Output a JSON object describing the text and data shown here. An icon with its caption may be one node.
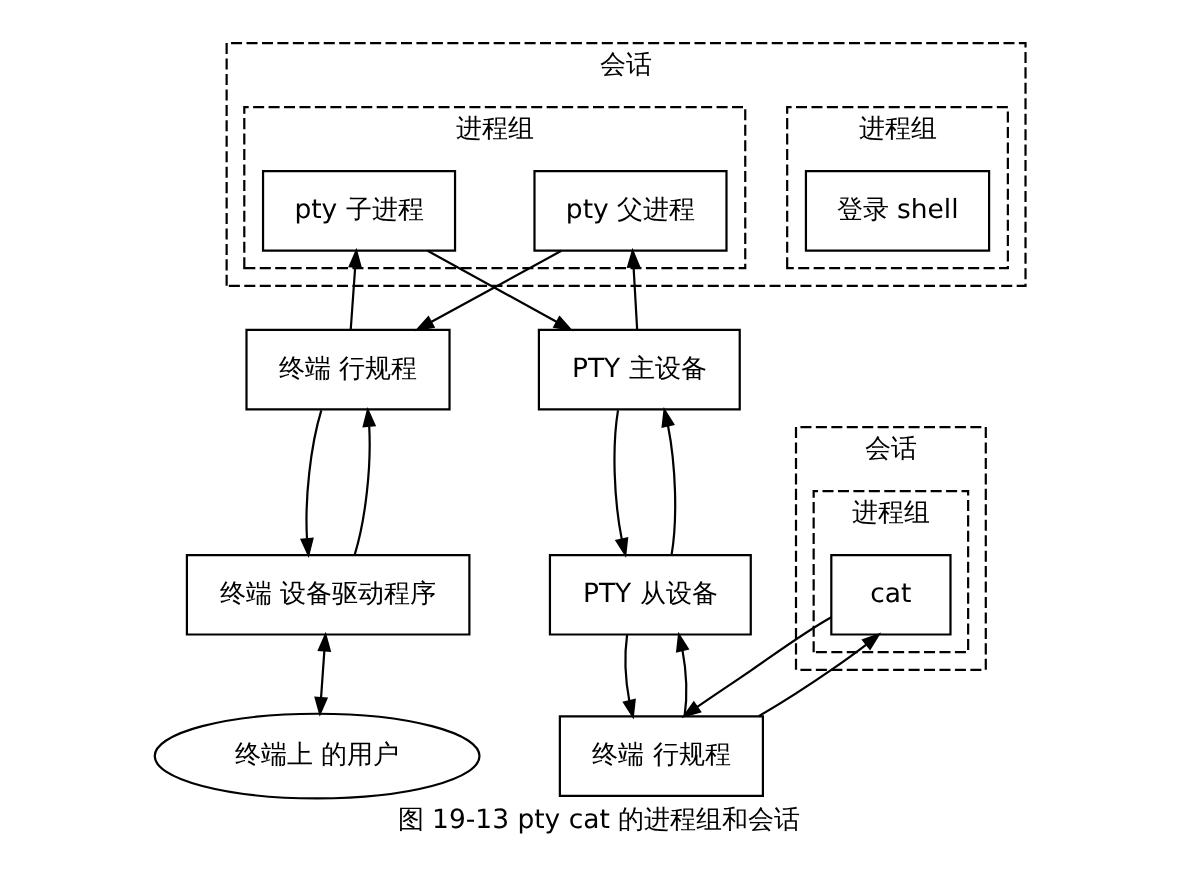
{
  "diagram": {
    "caption": "图 19-13 pty cat 的进程组和会话",
    "nodes": [
      {
        "text": [
          "会话"
        ]
      },
      {
        "text": [
          "进程组"
        ],
        "in": 0
      },
      {
        "text": [
          "登录 shell"
        ],
        "in": 1
      },
      {
        "text": [
          "进程组"
        ],
        "in": 0
      },
      {
        "text": [
          "pty 父进程"
        ],
        "in": 3
      },
      {
        "text": [
          "pty 子进程"
        ],
        "in": 3
      },
      {
        "text": [
          "会话"
        ]
      },
      {
        "text": [
          "进程组"
        ],
        "in": 6
      },
      {
        "text": [
          "cat"
        ],
        "in": 7
      },
      {
        "text": [
          "终端 行规程"
        ]
      },
      {
        "text": [
          "终端 设备驱动程序"
        ]
      },
      {
        "text": [
          "PTY 主设备"
        ]
      },
      {
        "text": [
          "终端 行规程"
        ]
      },
      {
        "text": [
          "PTY 从设备"
        ]
      },
      {
        "text": [
          "终端上 的用户"
        ]
      }
    ],
    "edges": [
      {
        "from": 4,
        "to": 9,
        "arrow": "to"
      },
      {
        "from": 9,
        "to": 5,
        "arrow": "to"
      },
      {
        "from": 11,
        "to": 4,
        "arrow": "to"
      },
      {
        "from": 5,
        "to": 11,
        "arrow": "to"
      },
      {
        "from": 9,
        "to": 10,
        "arrow": "to"
      },
      {
        "from": 10,
        "to": 9,
        "arrow": "to"
      },
      {
        "from": 10,
        "to": 14,
        "arrow": "both"
      },
      {
        "from": 8,
        "to": 12,
        "arrow": "to"
      },
      {
        "from": 12,
        "to": 8,
        "arrow": "to"
      },
      {
        "from": 12,
        "to": 13,
        "arrow": "to"
      },
      {
        "from": 13,
        "to": 12,
        "arrow": "to"
      },
      {
        "from": 11,
        "to": 13,
        "arrow": "to"
      },
      {
        "from": 13,
        "to": 11,
        "arrow": "to"
      }
    ]
  }
}
